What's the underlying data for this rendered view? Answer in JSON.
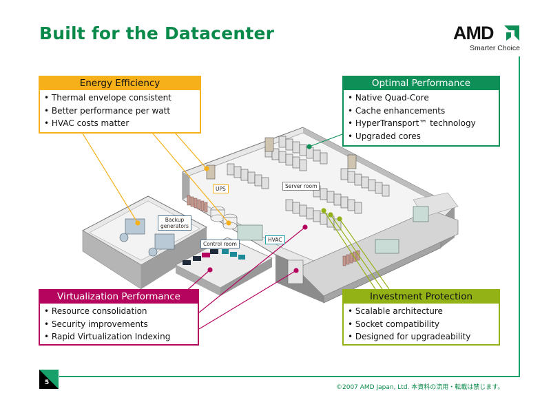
{
  "slide": {
    "title": "Built for the Datacenter",
    "page_number": "5",
    "footer": "©2007  AMD Japan, Ltd. 本資料の流用・転載は禁じます。"
  },
  "logo": {
    "wordmark": "AMD",
    "tagline": "Smarter Choice",
    "icon": "amd-arrow-icon"
  },
  "colors": {
    "title_green": "#0a8a4a",
    "energy": "#f5b01a",
    "optimal": "#0e8f58",
    "virtualization": "#b5045e",
    "investment": "#93b216"
  },
  "callouts": {
    "energy": {
      "title": "Energy Efficiency",
      "items": [
        "Thermal envelope consistent",
        "Better performance per watt",
        "HVAC costs matter"
      ]
    },
    "optimal": {
      "title": "Optimal Performance",
      "items": [
        "Native Quad-Core",
        "Cache enhancements",
        "HyperTransport™ technology",
        "Upgraded cores"
      ]
    },
    "virtualization": {
      "title": "Virtualization Performance",
      "items": [
        "Resource consolidation",
        "Security improvements",
        "Rapid Virtualization Indexing"
      ]
    },
    "investment": {
      "title": "Investment Protection",
      "items": [
        "Scalable architecture",
        "Socket compatibility",
        "Designed for upgradeability"
      ]
    }
  },
  "diagram_labels": {
    "ups": "UPS",
    "server_room": "Server room",
    "backup_generators_1": "Backup",
    "backup_generators_2": "generators",
    "control_room": "Control room",
    "hvac": "HVAC"
  }
}
